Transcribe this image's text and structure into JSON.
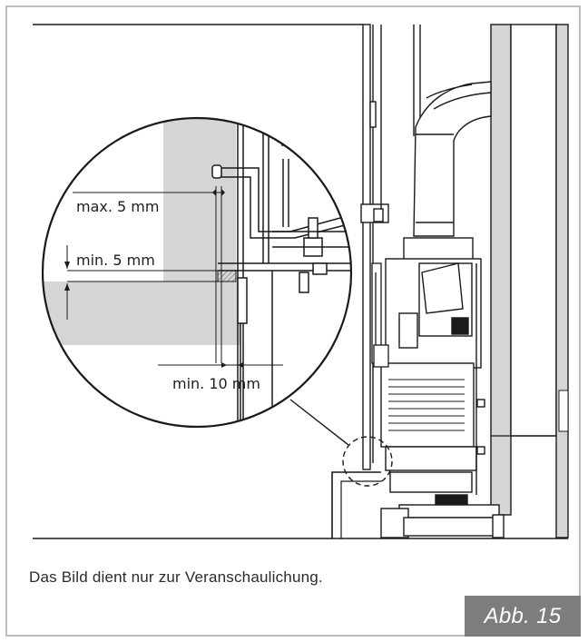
{
  "caption": "Das Bild dient nur zur Veranschaulichung.",
  "figure_label": "Abb. 15",
  "dimensions": {
    "max_gap": "max. 5 mm",
    "min_gap": "min. 5 mm",
    "min_distance": "min. 10 mm"
  },
  "colors": {
    "wall": "#d5d5d5",
    "line": "#1a1a1a",
    "label_bg": "#7d7d7d"
  }
}
